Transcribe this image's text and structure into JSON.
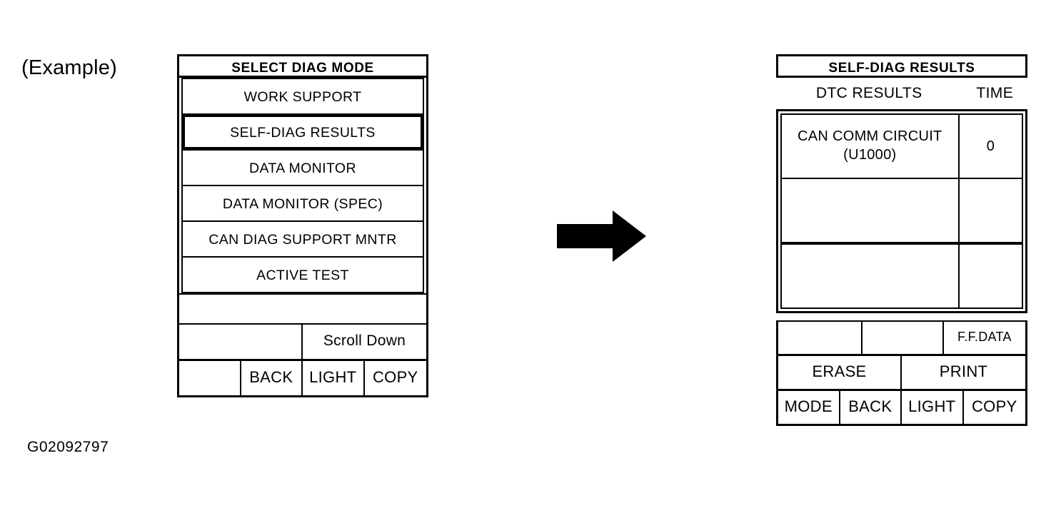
{
  "figure": {
    "example_label": "(Example)",
    "figure_id": "G02092797",
    "arrow_icon": "right-arrow-icon"
  },
  "left_screen": {
    "title": "SELECT DIAG MODE",
    "menu_items": [
      {
        "label": "WORK SUPPORT",
        "selected": false
      },
      {
        "label": "SELF-DIAG RESULTS",
        "selected": true
      },
      {
        "label": "DATA MONITOR",
        "selected": false
      },
      {
        "label": "DATA MONITOR (SPEC)",
        "selected": false
      },
      {
        "label": "CAN DIAG SUPPORT MNTR",
        "selected": false
      },
      {
        "label": "ACTIVE TEST",
        "selected": false
      }
    ],
    "scroll_row": {
      "left_cell": "",
      "right_cell": "Scroll Down"
    },
    "button_row": [
      "",
      "BACK",
      "LIGHT",
      "COPY"
    ]
  },
  "right_screen": {
    "title": "SELF-DIAG RESULTS",
    "column_headers": {
      "dtc": "DTC RESULTS",
      "time": "TIME"
    },
    "rows": [
      {
        "dtc_line1": "CAN COMM CIRCUIT",
        "dtc_line2": "(U1000)",
        "time": "0"
      },
      {
        "dtc_line1": "",
        "dtc_line2": "",
        "time": ""
      },
      {
        "dtc_line1": "",
        "dtc_line2": "",
        "time": ""
      }
    ],
    "ff_row": [
      "",
      "",
      "F.F.DATA"
    ],
    "action_row": [
      "ERASE",
      "PRINT"
    ],
    "button_row": [
      "MODE",
      "BACK",
      "LIGHT",
      "COPY"
    ]
  }
}
